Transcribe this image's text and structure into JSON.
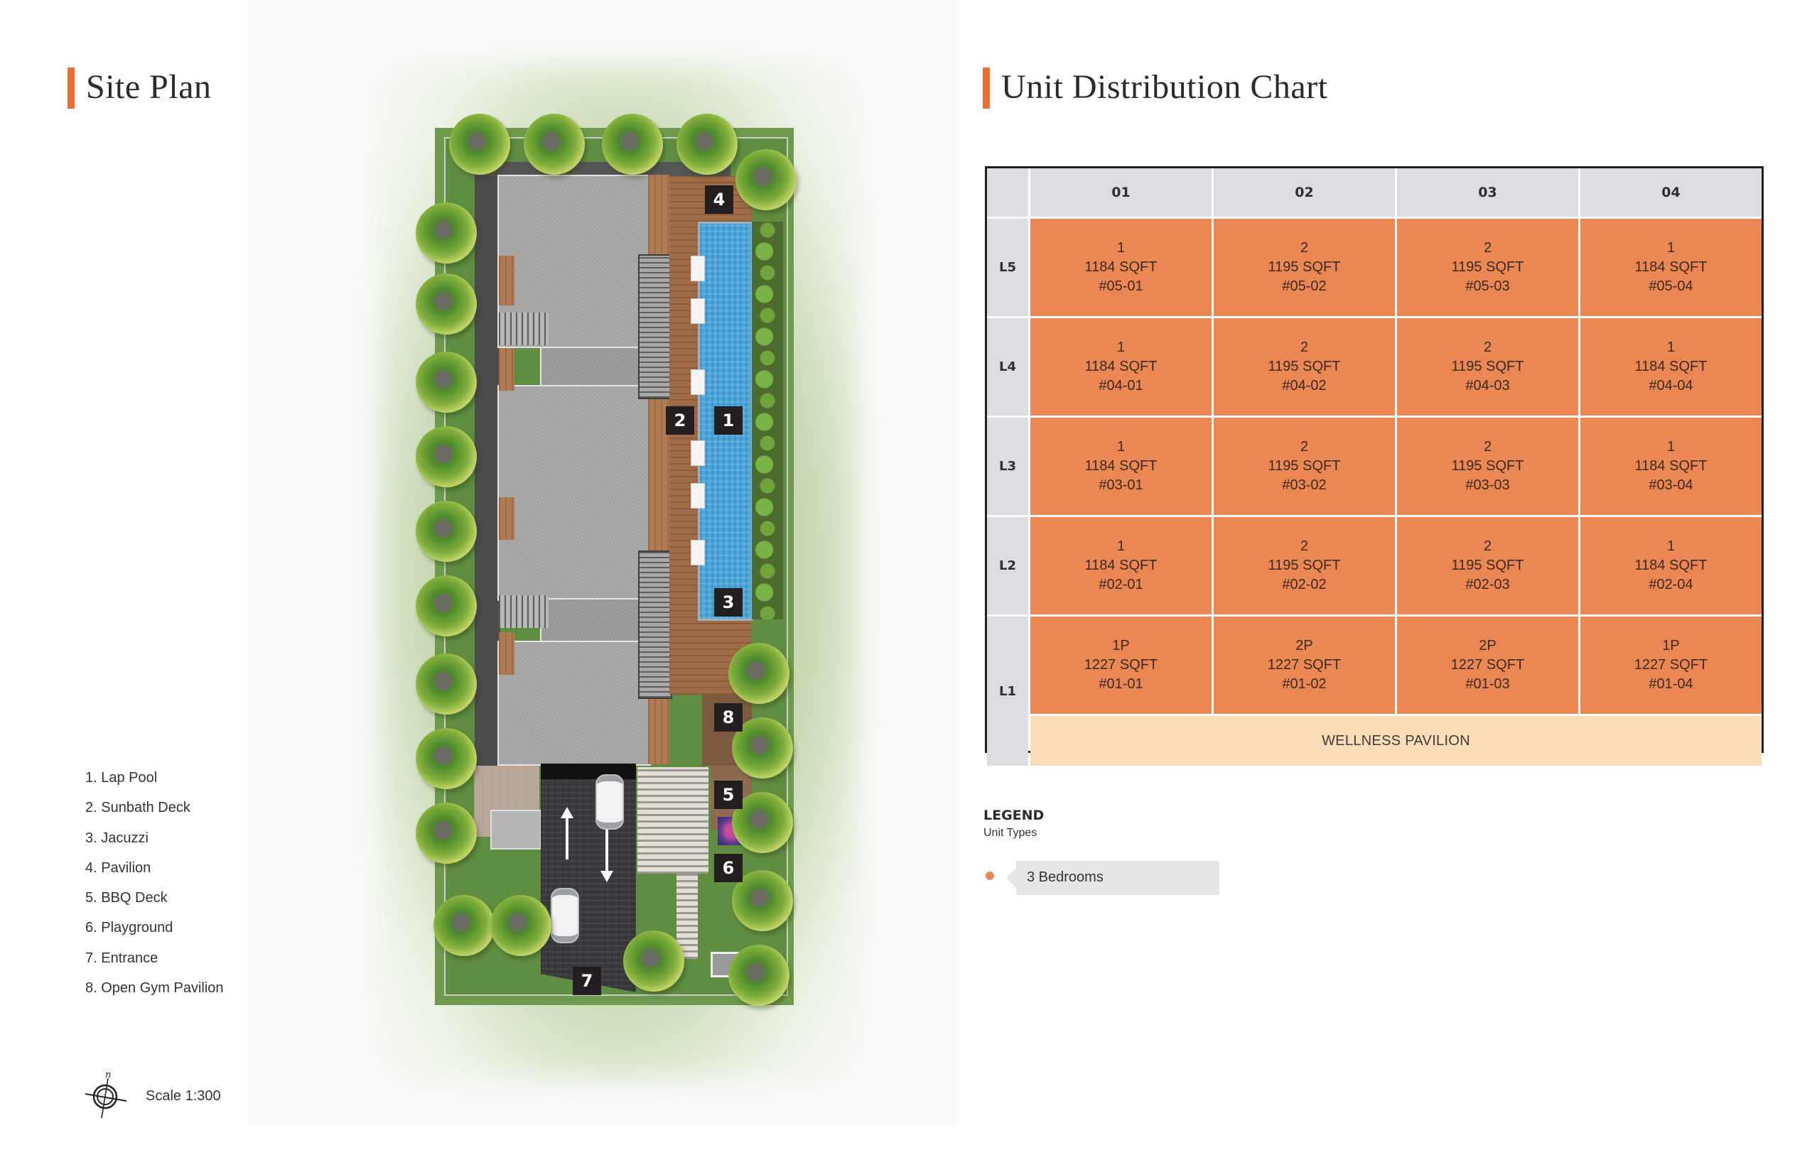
{
  "site_plan": {
    "title": "Site Plan",
    "amenities": [
      "1. Lap Pool",
      "2. Sunbath Deck",
      "3. Jacuzzi",
      "4. Pavilion",
      "5. BBQ Deck",
      "6. Playground",
      "7. Entrance",
      "8. Open Gym Pavilion"
    ],
    "markers": [
      "1",
      "2",
      "3",
      "4",
      "5",
      "6",
      "7",
      "8"
    ],
    "scale": "Scale 1:300",
    "compass_icon": "north-arrow-compass-icon"
  },
  "unit_chart": {
    "title": "Unit Distribution Chart",
    "columns": [
      "01",
      "02",
      "03",
      "04"
    ],
    "rows": [
      {
        "level": "L5",
        "units": [
          {
            "type": "1",
            "area": "1184 SQFT",
            "unit": "#05-01"
          },
          {
            "type": "2",
            "area": "1195 SQFT",
            "unit": "#05-02"
          },
          {
            "type": "2",
            "area": "1195 SQFT",
            "unit": "#05-03"
          },
          {
            "type": "1",
            "area": "1184 SQFT",
            "unit": "#05-04"
          }
        ]
      },
      {
        "level": "L4",
        "units": [
          {
            "type": "1",
            "area": "1184 SQFT",
            "unit": "#04-01"
          },
          {
            "type": "2",
            "area": "1195 SQFT",
            "unit": "#04-02"
          },
          {
            "type": "2",
            "area": "1195 SQFT",
            "unit": "#04-03"
          },
          {
            "type": "1",
            "area": "1184 SQFT",
            "unit": "#04-04"
          }
        ]
      },
      {
        "level": "L3",
        "units": [
          {
            "type": "1",
            "area": "1184 SQFT",
            "unit": "#03-01"
          },
          {
            "type": "2",
            "area": "1195 SQFT",
            "unit": "#03-02"
          },
          {
            "type": "2",
            "area": "1195 SQFT",
            "unit": "#03-03"
          },
          {
            "type": "1",
            "area": "1184 SQFT",
            "unit": "#03-04"
          }
        ]
      },
      {
        "level": "L2",
        "units": [
          {
            "type": "1",
            "area": "1184 SQFT",
            "unit": "#02-01"
          },
          {
            "type": "2",
            "area": "1195 SQFT",
            "unit": "#02-02"
          },
          {
            "type": "2",
            "area": "1195 SQFT",
            "unit": "#02-03"
          },
          {
            "type": "1",
            "area": "1184 SQFT",
            "unit": "#02-04"
          }
        ]
      },
      {
        "level": "L1",
        "units": [
          {
            "type": "1P",
            "area": "1227 SQFT",
            "unit": "#01-01"
          },
          {
            "type": "2P",
            "area": "1227 SQFT",
            "unit": "#01-02"
          },
          {
            "type": "2P",
            "area": "1227 SQFT",
            "unit": "#01-03"
          },
          {
            "type": "1P",
            "area": "1227 SQFT",
            "unit": "#01-04"
          }
        ]
      }
    ],
    "l1_facility": "WELLNESS PAVILION",
    "legend": {
      "title": "LEGEND",
      "subtitle": "Unit Types",
      "items": [
        {
          "label": "3 Bedrooms",
          "color": "#EA8752"
        }
      ]
    }
  },
  "colors": {
    "accent": "#F26B2F",
    "unit_cell": "#EA8752",
    "facility_cell": "#FDDDB8",
    "header_cell": "#DCDDE0",
    "table_border": "#231F20"
  },
  "chart_data": {
    "type": "table",
    "title": "Unit Distribution Chart",
    "categories": [
      "01",
      "02",
      "03",
      "04"
    ],
    "row_labels": [
      "L5",
      "L4",
      "L3",
      "L2",
      "L1"
    ],
    "series": [
      {
        "name": "L5",
        "values": [
          "1 / 1184 SQFT / #05-01",
          "2 / 1195 SQFT / #05-02",
          "2 / 1195 SQFT / #05-03",
          "1 / 1184 SQFT / #05-04"
        ]
      },
      {
        "name": "L4",
        "values": [
          "1 / 1184 SQFT / #04-01",
          "2 / 1195 SQFT / #04-02",
          "2 / 1195 SQFT / #04-03",
          "1 / 1184 SQFT / #04-04"
        ]
      },
      {
        "name": "L3",
        "values": [
          "1 / 1184 SQFT / #03-01",
          "2 / 1195 SQFT / #03-02",
          "2 / 1195 SQFT / #03-03",
          "1 / 1184 SQFT / #03-04"
        ]
      },
      {
        "name": "L2",
        "values": [
          "1 / 1184 SQFT / #02-01",
          "2 / 1195 SQFT / #02-02",
          "2 / 1195 SQFT / #02-03",
          "1 / 1184 SQFT / #02-04"
        ]
      },
      {
        "name": "L1",
        "values": [
          "1P / 1227 SQFT / #01-01",
          "2P / 1227 SQFT / #01-02",
          "2P / 1227 SQFT / #01-03",
          "1P / 1227 SQFT / #01-04"
        ]
      }
    ],
    "annotations": [
      "WELLNESS PAVILION (L1)"
    ],
    "legend": [
      "3 Bedrooms"
    ]
  }
}
